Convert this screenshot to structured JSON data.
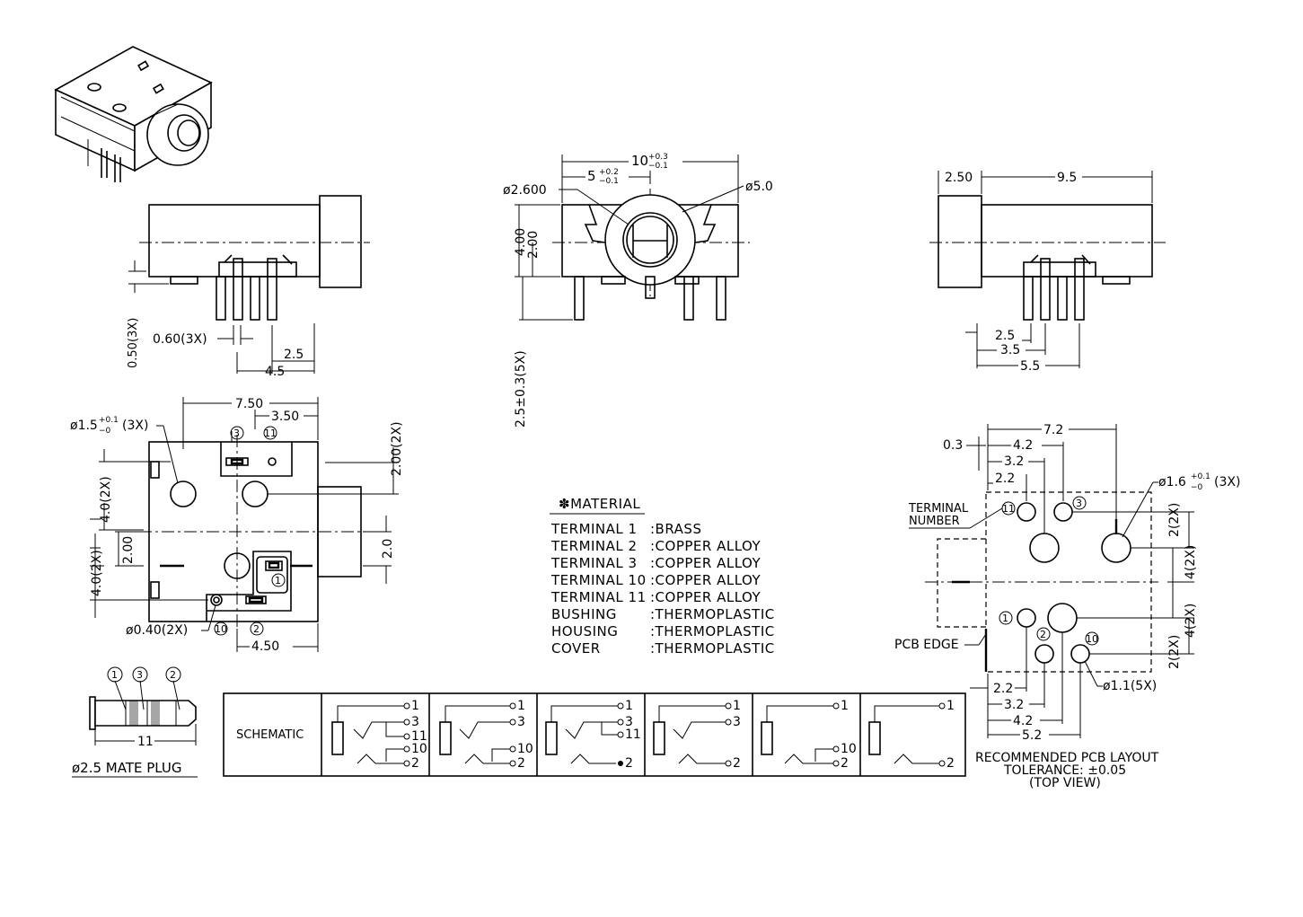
{
  "side_view_left": {
    "dims": [
      "0.50(3X)",
      "0.60(3X)",
      "2.5",
      "4.5"
    ]
  },
  "front_view": {
    "dims": {
      "width": "10",
      "width_tol_plus": "+0.3",
      "width_tol_minus": "−0.1",
      "center": "5",
      "center_tol_plus": "+0.2",
      "center_tol_minus": "−0.1",
      "hole_inner": "ø2.600",
      "hole_outer": "ø5.0",
      "height": "4.00",
      "half_height": "2.00",
      "pin_length": "2.5±0.3(5X)"
    }
  },
  "side_view_right": {
    "dims": [
      "2.50",
      "9.5",
      "2.5",
      "3.5",
      "5.5"
    ]
  },
  "bottom_view": {
    "dims": {
      "width": "7.50",
      "offset": "3.50",
      "peg": "ø1.5",
      "peg_tol_plus": "+0.1",
      "peg_tol_minus": "−0",
      "peg_count": "(3X)",
      "pitch_right": "2.00(2X)",
      "pitch_left_top": "4.0(2X)",
      "pitch_left_mid": "2.00",
      "pitch_left_bottom": "4.0(2X)",
      "bushing": "2.0",
      "small_hole": "ø0.40(2X)",
      "bottom_width": "4.50"
    },
    "terminals": [
      "3",
      "11",
      "1",
      "10",
      "2"
    ]
  },
  "material": {
    "heading": "✽MATERIAL",
    "rows": [
      {
        "part": "TERMINAL  1",
        "material": ":BRASS"
      },
      {
        "part": "TERMINAL  2",
        "material": ":COPPER  ALLOY"
      },
      {
        "part": "TERMINAL  3",
        "material": ":COPPER  ALLOY"
      },
      {
        "part": "TERMINAL  10",
        "material": ":COPPER  ALLOY"
      },
      {
        "part": "TERMINAL  11",
        "material": ":COPPER  ALLOY"
      },
      {
        "part": "BUSHING",
        "material": ":THERMOPLASTIC"
      },
      {
        "part": "HOUSING",
        "material": ":THERMOPLASTIC"
      },
      {
        "part": "COVER",
        "material": ":THERMOPLASTIC"
      }
    ]
  },
  "pcb_layout": {
    "dims_top": [
      "7.2",
      "0.3",
      "4.2",
      "3.2",
      "2.2"
    ],
    "dims_bottom": [
      "2.2",
      "3.2",
      "4.2",
      "5.2"
    ],
    "dims_right": [
      "2(2X)",
      "4(2X)",
      "4(2X)",
      "2(2X)"
    ],
    "big_hole": "ø1.6",
    "big_hole_tol_plus": "+0.1",
    "big_hole_tol_minus": "−0",
    "big_hole_count": "(3X)",
    "small_hole": "ø1.1(5X)",
    "terminal_number_label_1": "TERMINAL",
    "terminal_number_label_2": "NUMBER",
    "pcb_edge": "PCB EDGE",
    "terminals": [
      "11",
      "3",
      "1",
      "2",
      "10"
    ],
    "caption_1": "RECOMMENDED PCB LAYOUT",
    "caption_2": "TOLERANCE: ±0.05",
    "caption_3": "(TOP VIEW)"
  },
  "mate_plug": {
    "terminals": [
      "1",
      "3",
      "2"
    ],
    "length": "11",
    "label": "ø2.5 MATE PLUG"
  },
  "schematic": {
    "label": "SCHEMATIC",
    "cells": [
      {
        "pins": [
          "1",
          "3",
          "11",
          "10",
          "2"
        ]
      },
      {
        "pins": [
          "1",
          "3",
          "10",
          "2"
        ]
      },
      {
        "pins": [
          "1",
          "3",
          "11",
          "2"
        ]
      },
      {
        "pins": [
          "1",
          "3",
          "2"
        ]
      },
      {
        "pins": [
          "1",
          "10",
          "2"
        ]
      },
      {
        "pins": [
          "1",
          "2"
        ]
      }
    ]
  }
}
